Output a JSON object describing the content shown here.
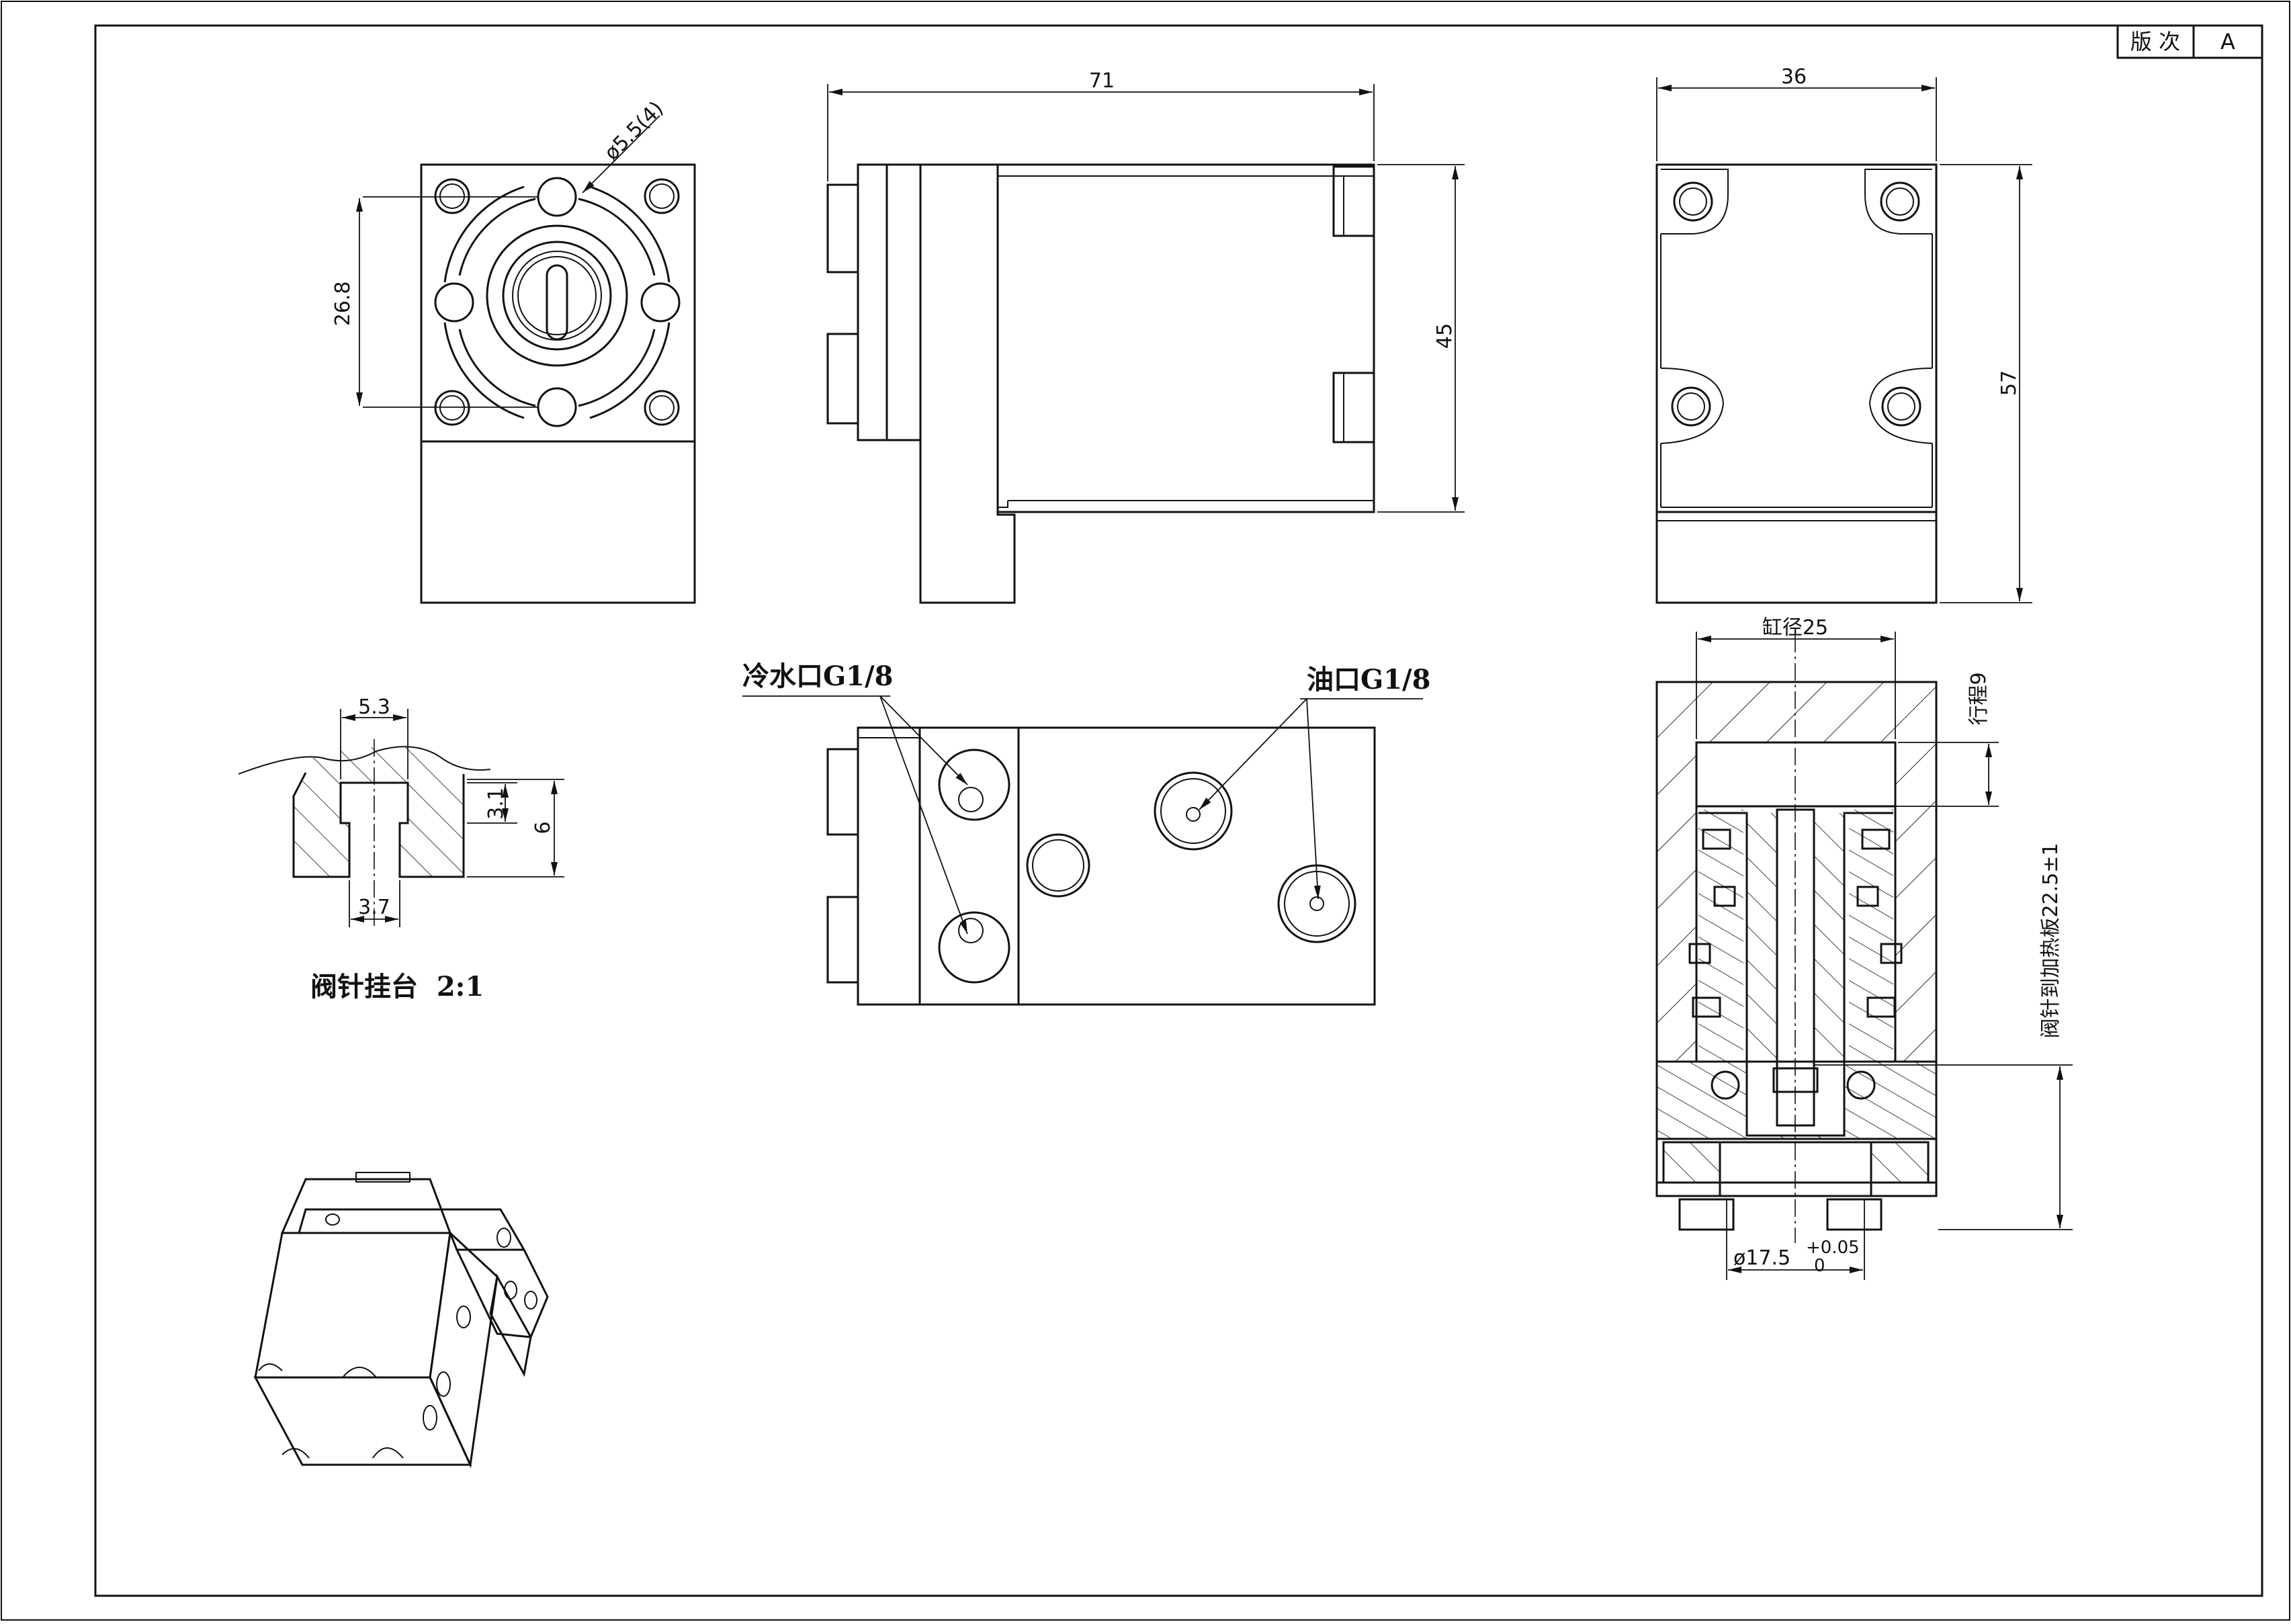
{
  "title_block": {
    "revision_label": "版 次",
    "revision_value": "A"
  },
  "dimensions": {
    "front_width": "71",
    "front_height": "45",
    "side_width": "36",
    "side_height": "57",
    "top_hole": "ø5.5(4)",
    "top_spacing": "26.8",
    "hanger_width": "5.3",
    "hanger_depth": "3.1",
    "hanger_height": "6",
    "hanger_bottom": "3.7",
    "bore": "缸径25",
    "stroke": "行程9",
    "pin_to_plate": "阀针到加热板22.5±1",
    "bottom_dia": "ø17.5",
    "tol_upper": "+0.05",
    "tol_lower": "0"
  },
  "labels": {
    "cooling_port": "冷水口G1/8",
    "oil_port": "油口G1/8",
    "detail_title": "阀针挂台  2:1"
  }
}
